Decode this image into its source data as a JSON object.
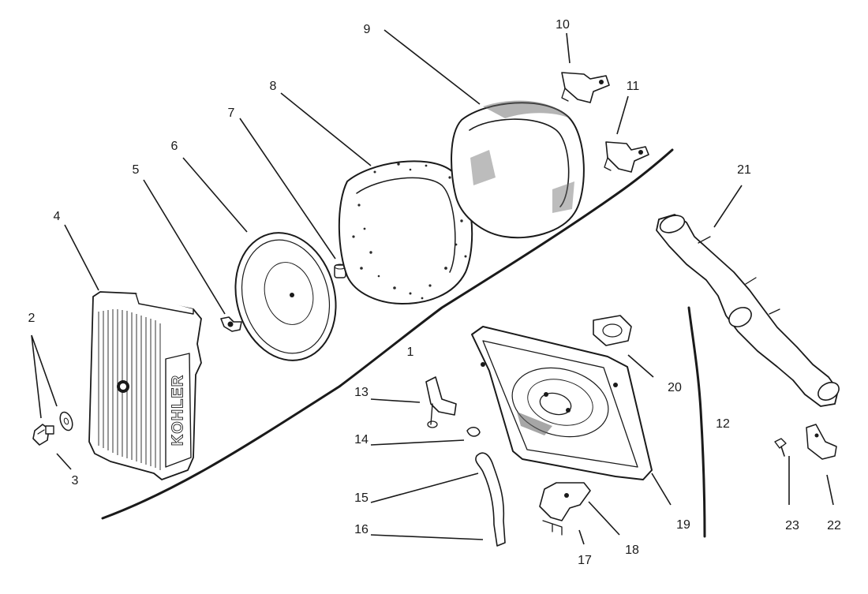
{
  "callouts": {
    "n1": "1",
    "n2": "2",
    "n3": "3",
    "n4": "4",
    "n5": "5",
    "n6": "6",
    "n7": "7",
    "n8": "8",
    "n9": "9",
    "n10": "10",
    "n11": "11",
    "n12": "12",
    "n13": "13",
    "n14": "14",
    "n15": "15",
    "n16": "16",
    "n17": "17",
    "n18": "18",
    "n19": "19",
    "n20": "20",
    "n21": "21",
    "n22": "22",
    "n23": "23"
  },
  "cover_brand": "KOHLER"
}
